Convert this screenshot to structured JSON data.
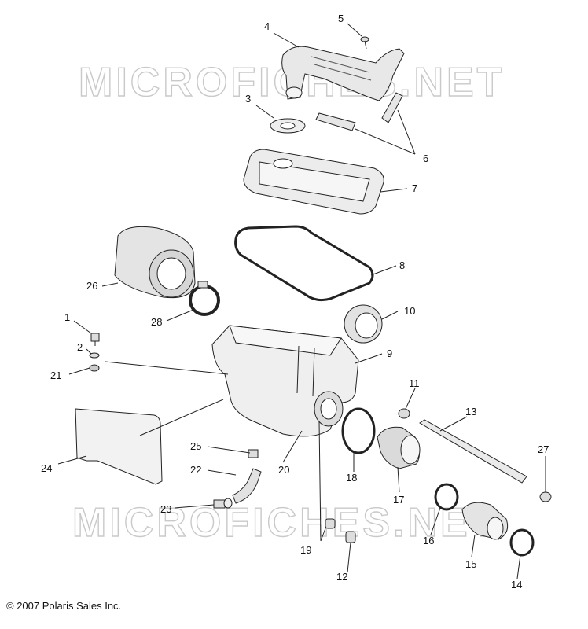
{
  "watermark": "MICROFICHES.NET",
  "copyright": "© 2007 Polaris Sales Inc.",
  "callouts": {
    "c1": "1",
    "c2": "2",
    "c3": "3",
    "c4": "4",
    "c5": "5",
    "c6": "6",
    "c7": "7",
    "c8": "8",
    "c9": "9",
    "c10": "10",
    "c11": "11",
    "c12": "12",
    "c13": "13",
    "c14": "14",
    "c15": "15",
    "c16": "16",
    "c17": "17",
    "c18": "18",
    "c19": "19",
    "c20": "20",
    "c21": "21",
    "c22": "22",
    "c23": "23",
    "c24": "24",
    "c25": "25",
    "c26": "26",
    "c27": "27",
    "c28": "28"
  }
}
